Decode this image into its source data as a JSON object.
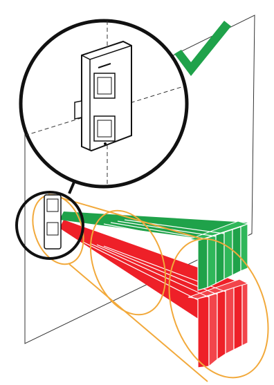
{
  "diagram": {
    "colors": {
      "green_beam": "#1fa24a",
      "green_beam_light": "#2fb75a",
      "red_beam": "#ee2028",
      "red_beam_light": "#f2454b",
      "check_mark": "#1fa24a",
      "ellipse_outline": "#f2a93b",
      "outline": "#111111",
      "wall_line": "#333333"
    },
    "icons": {
      "check": "check-mark-icon"
    },
    "beams": {
      "upper": {
        "color_key": "green_beam",
        "slices": 6
      },
      "lower": {
        "color_key": "red_beam",
        "slices": 6
      }
    }
  }
}
